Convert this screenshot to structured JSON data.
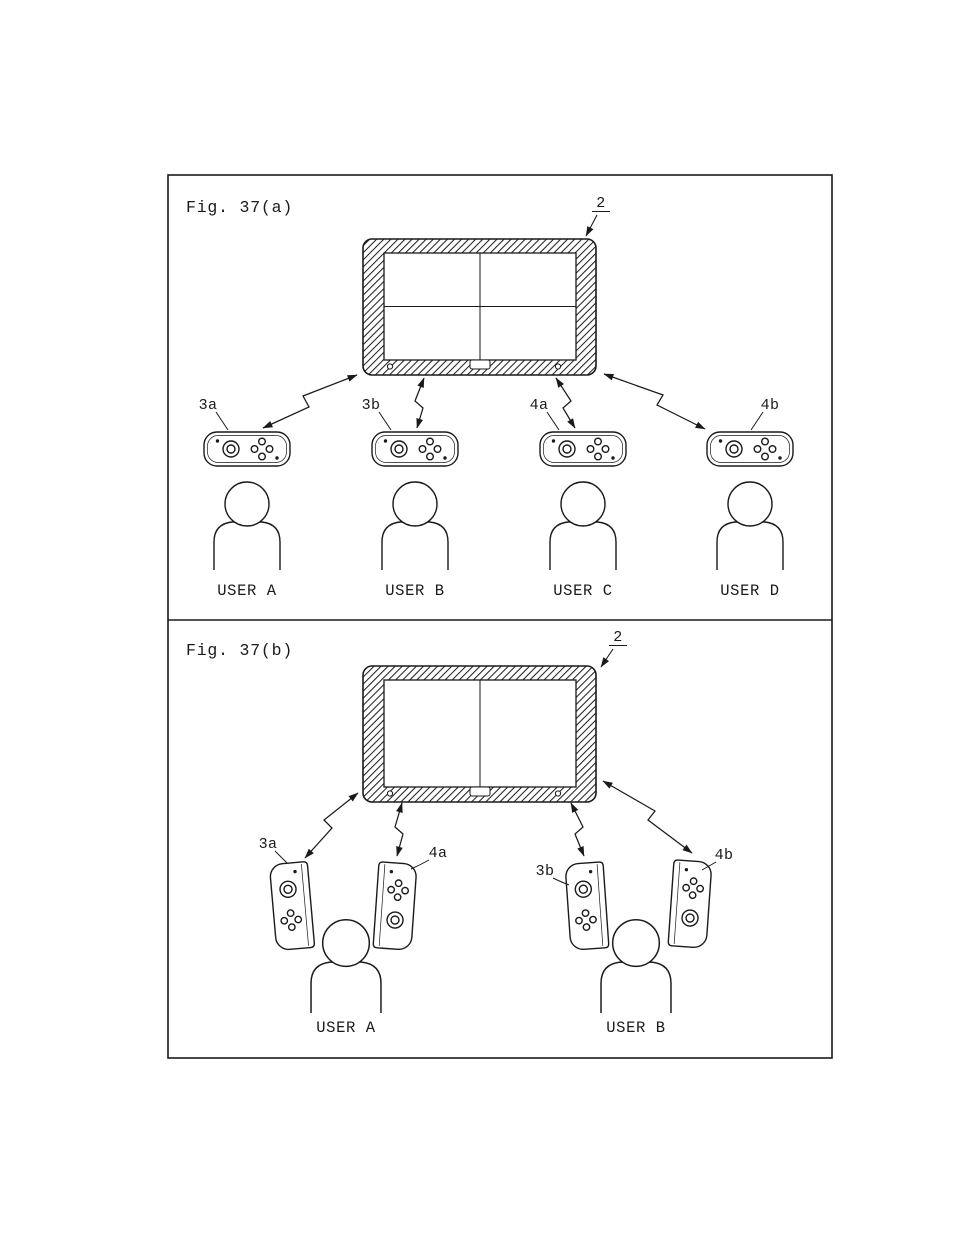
{
  "page": {
    "background": "#ffffff",
    "ink_color": "#1a1a1a"
  },
  "figure_a": {
    "caption": "Fig. 37(a)",
    "console_ref": "2",
    "controller_refs": [
      "3a",
      "3b",
      "4a",
      "4b"
    ],
    "user_labels": [
      "USER A",
      "USER B",
      "USER C",
      "USER D"
    ]
  },
  "figure_b": {
    "caption": "Fig. 37(b)",
    "console_ref": "2",
    "controller_refs": [
      "3a",
      "4a",
      "3b",
      "4b"
    ],
    "user_labels": [
      "USER A",
      "USER B"
    ]
  }
}
